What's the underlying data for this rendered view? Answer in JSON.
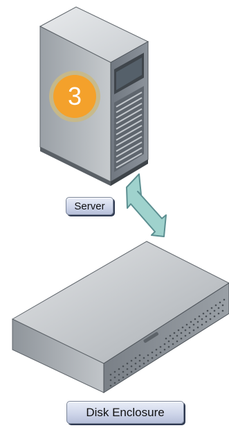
{
  "diagram": {
    "server": {
      "icon": "server-tower-icon",
      "badge": "3",
      "label": "Server"
    },
    "connection": {
      "icon": "bidirectional-arrow-icon",
      "color": "#9fd2cd"
    },
    "disk_enclosure": {
      "icon": "disk-enclosure-icon",
      "label": "Disk Enclosure"
    },
    "colors": {
      "badge_fill": "#f4a12b",
      "badge_ring": "#c9b986",
      "label_fill": "#cfd6ea",
      "hardware_gray": "#b7bcc1"
    }
  }
}
